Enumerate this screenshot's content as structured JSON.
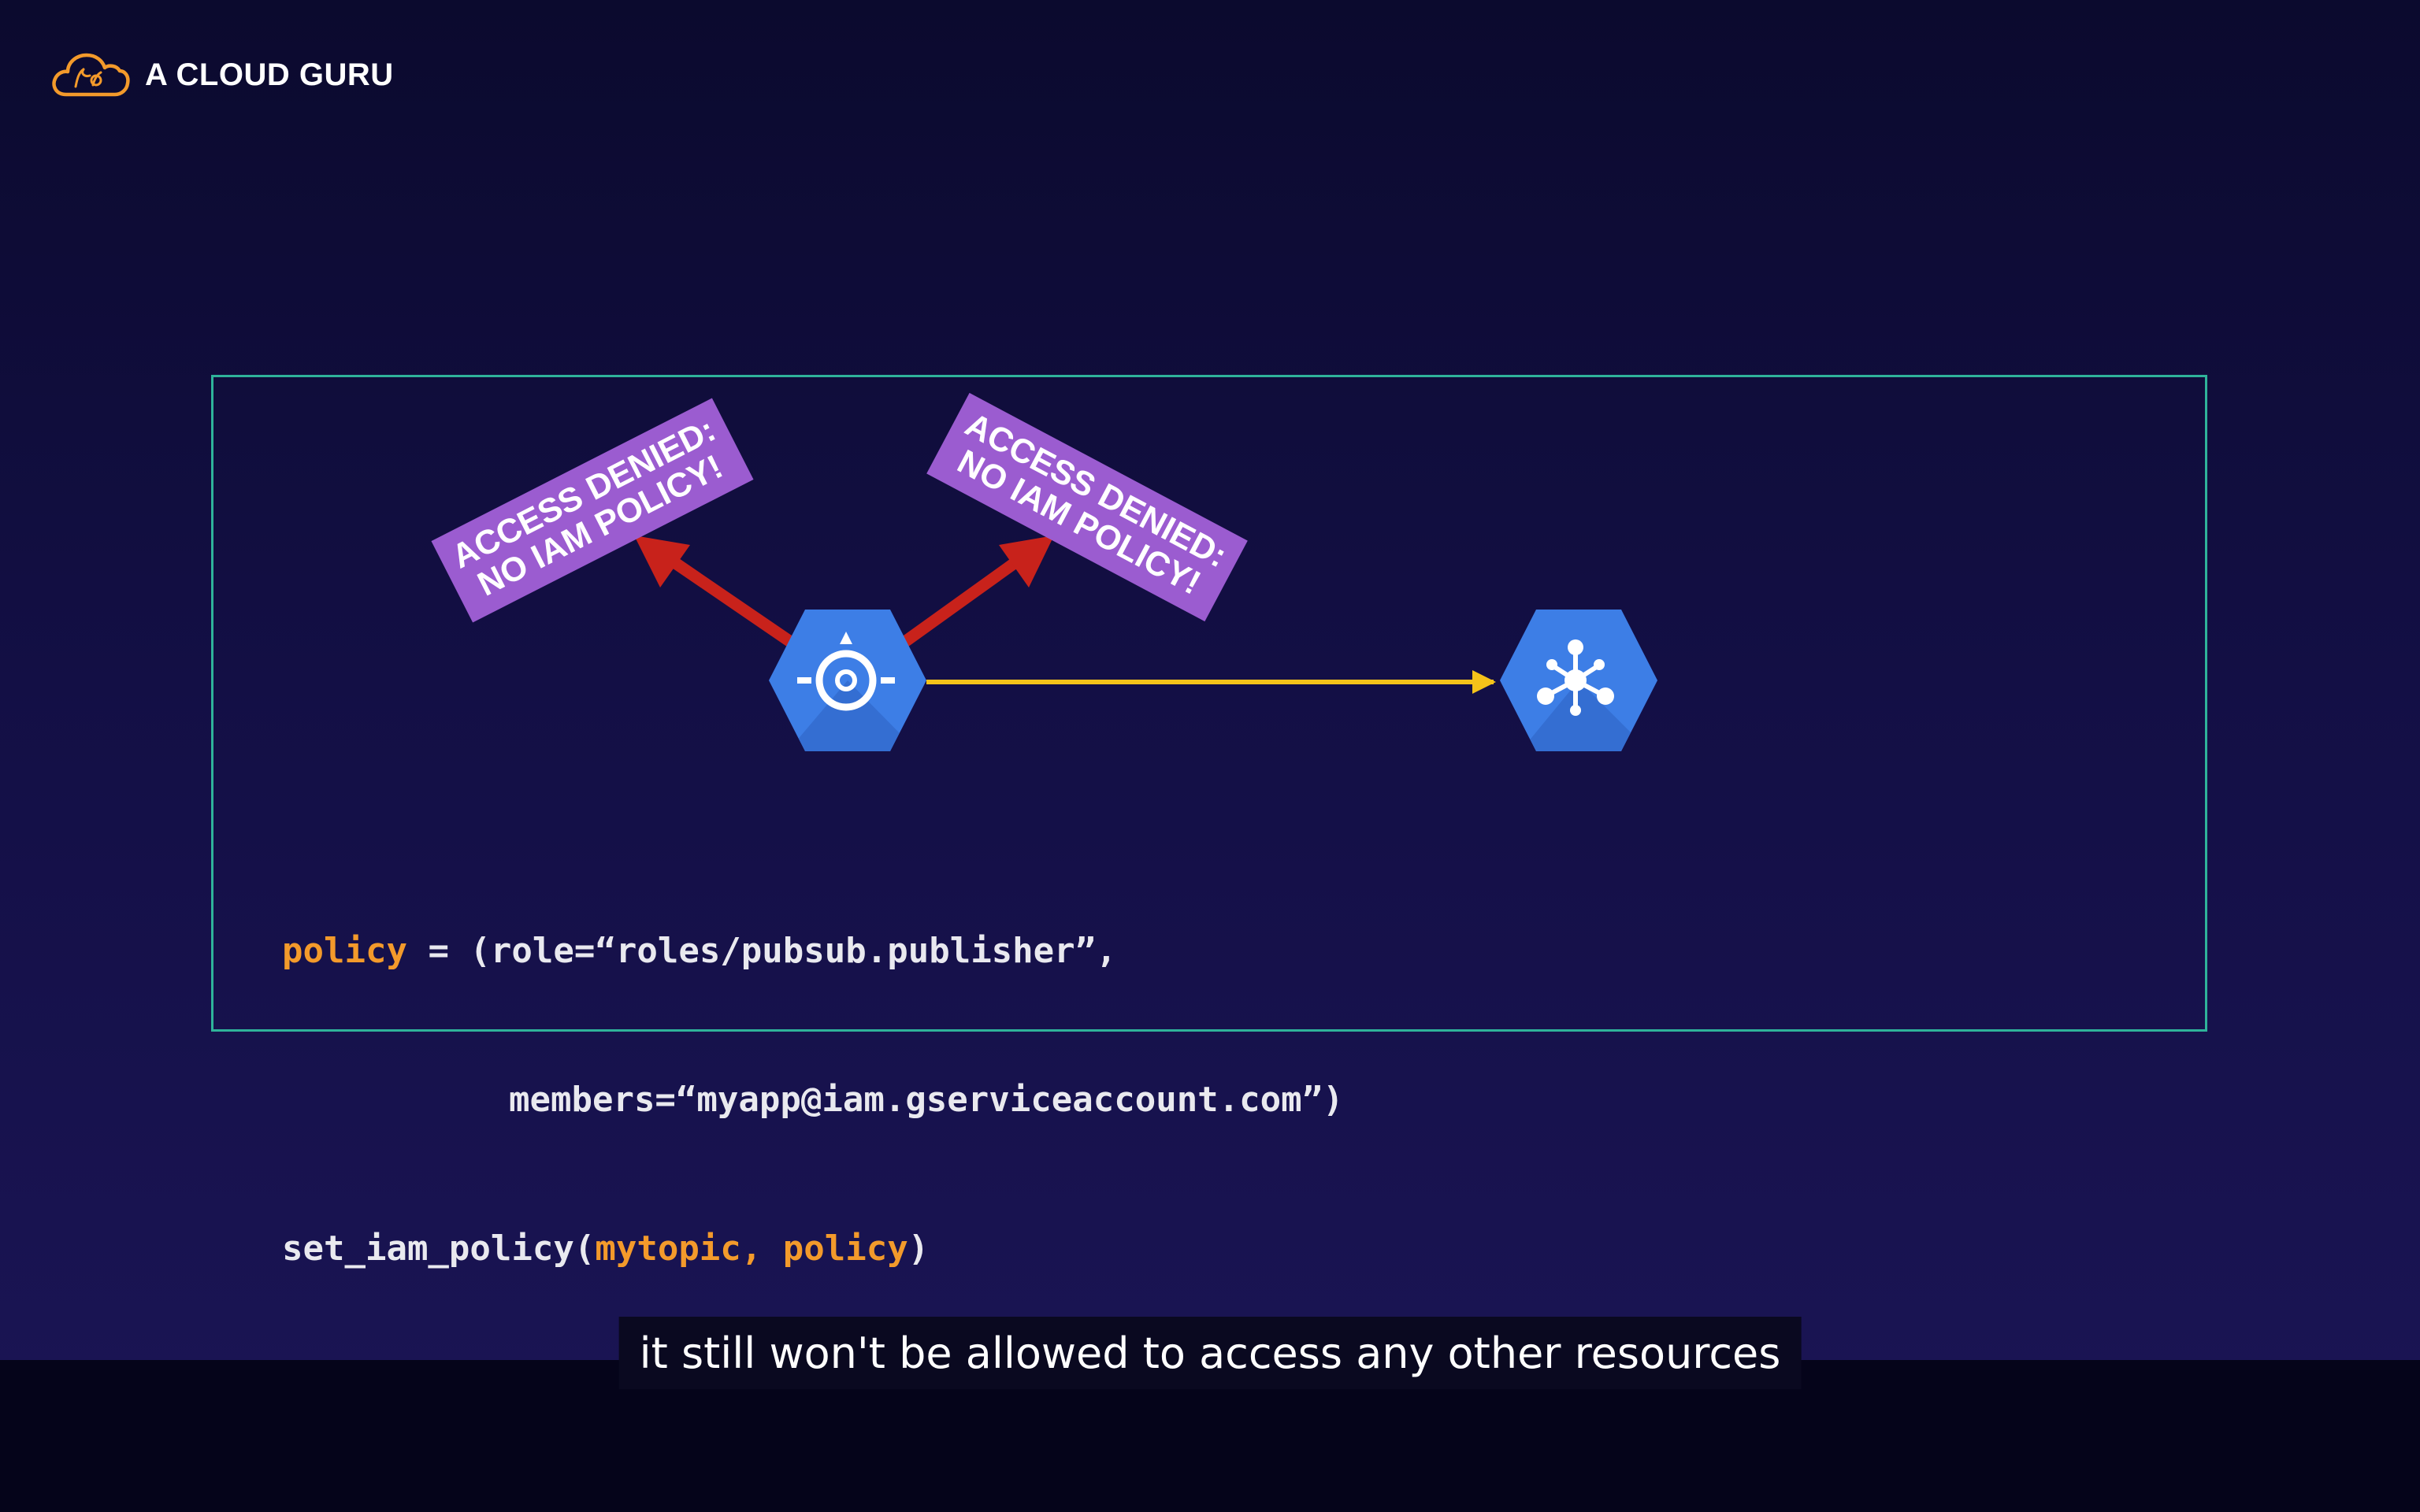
{
  "brand": {
    "name": "A CLOUD GURU",
    "icon": "cloud-logo-icon",
    "accent_color": "#f39a2b"
  },
  "diagram": {
    "frame_color": "#2fb39a",
    "banner_color": "#9b5cd0",
    "arrow_denied_color": "#c8221b",
    "arrow_allowed_color": "#f4c21a",
    "hexagon_color": "#3d7ee6",
    "source_icon": "app-engine-icon",
    "target_icon": "pubsub-icon",
    "banner_left": {
      "line1": "ACCESS DENIED:",
      "line2": "NO IAM POLICY!"
    },
    "banner_right": {
      "line1": "ACCESS DENIED:",
      "line2": "NO IAM POLICY!"
    }
  },
  "code": {
    "line1_keyword": "policy",
    "line1_rest": " = (role=“roles/pubsub.publisher”,",
    "line2": "members=“myapp@iam.gserviceaccount.com”)",
    "line3_start": "set_iam_policy(",
    "line3_args": "mytopic, policy",
    "line3_end": ")"
  },
  "subtitle": {
    "text": "it still won't be allowed to access any other resources"
  }
}
